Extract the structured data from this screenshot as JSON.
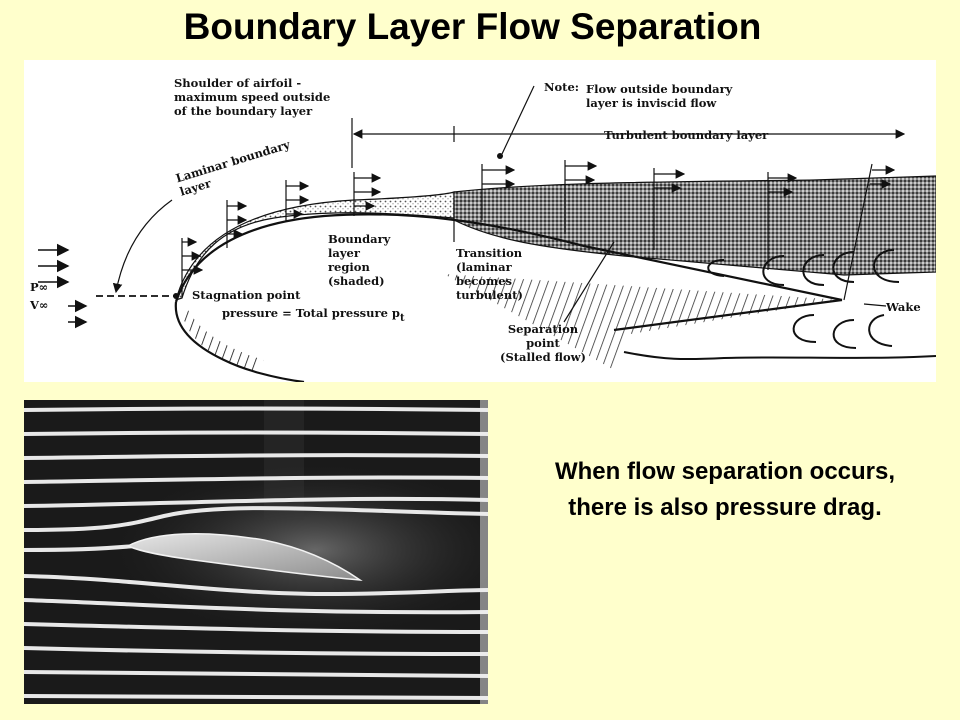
{
  "title": "Boundary Layer Flow Separation",
  "diagram": {
    "labels": {
      "shoulder": "Shoulder of airfoil -\nmaximum speed outside\nof the boundary layer",
      "note_prefix": "Note:",
      "note": "Flow outside boundary\nlayer is inviscid flow",
      "turbulent": "Turbulent boundary layer",
      "laminar": "Laminar boundary\nlayer",
      "boundary_region": "Boundary\nlayer\nregion\n(shaded)",
      "transition": "Transition\n(laminar\nbecomes\nturbulent)",
      "p_inf": "P∞",
      "v_inf": "V∞",
      "stagnation": "Stagnation point",
      "pressure": "pressure = Total pressure p",
      "pressure_sub": "t",
      "separation": "Separation\npoint\n(Stalled flow)",
      "wake": "Wake"
    }
  },
  "caption": {
    "line1": "When flow separation occurs,",
    "line2": "there is also pressure drag."
  }
}
